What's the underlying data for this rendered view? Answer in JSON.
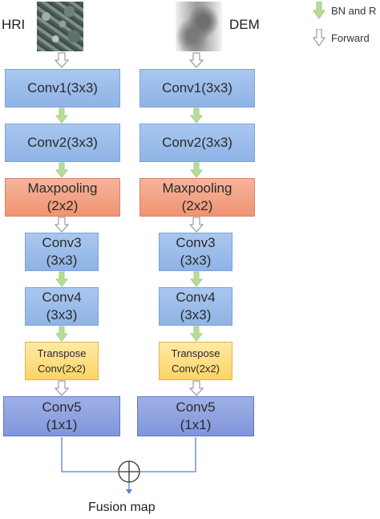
{
  "inputs": {
    "hri_label": "HRI",
    "dem_label": "DEM"
  },
  "legend": {
    "bn_label": "BN and R",
    "forward_label": "Forward"
  },
  "left_branch": {
    "conv1": "Conv1(3x3)",
    "conv2": "Conv2(3x3)",
    "pool": "Maxpooling\n(2x2)",
    "conv3": "Conv3\n(3x3)",
    "conv4": "Conv4\n(3x3)",
    "transpose": "Transpose\nConv(2x2)",
    "conv5": "Conv5\n(1x1)"
  },
  "right_branch": {
    "conv1": "Conv1(3x3)",
    "conv2": "Conv2(3x3)",
    "pool": "Maxpooling\n(2x2)",
    "conv3": "Conv3\n(3x3)",
    "conv4": "Conv4\n(3x3)",
    "transpose": "Transpose\nConv(2x2)",
    "conv5": "Conv5\n(1x1)"
  },
  "output": {
    "caption": "Fusion map"
  },
  "colors": {
    "conv": "#9bbdeb",
    "pool": "#f2a284",
    "transpose": "#fedd7f",
    "conv5": "#8ea2e0",
    "bn_arrow": "#b7dc9a",
    "forward_arrow": "#ffffff",
    "fusion_line": "#5b7fd0"
  }
}
